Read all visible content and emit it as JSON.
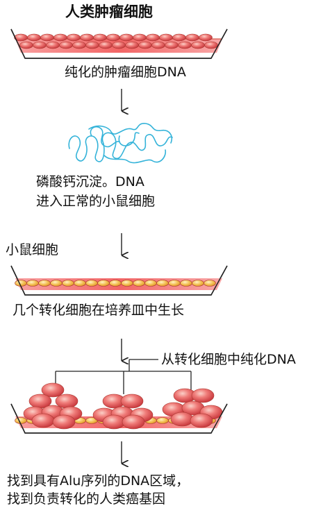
{
  "steps": {
    "step1_title": "人类肿瘤细胞",
    "step1_caption": "纯化的肿瘤细胞DNA",
    "step2_line1": "磷酸钙沉淀。DNA",
    "step2_line2": "进入正常的小鼠细胞",
    "step3_title": "小鼠细胞",
    "step3_caption": "几个转化细胞在培养皿中生长",
    "step4_callout": "从转化细胞中纯化DNA",
    "step5_line1": "找到具有Alu序列的DNA区域，",
    "step5_line2": "找到负责转化的人类癌基因"
  },
  "colors": {
    "tumor_cell": "#e05a5e",
    "mouse_cell": "#f2b84a",
    "dish_medium": "#f08080",
    "dna_strand": "#34b3d9"
  }
}
